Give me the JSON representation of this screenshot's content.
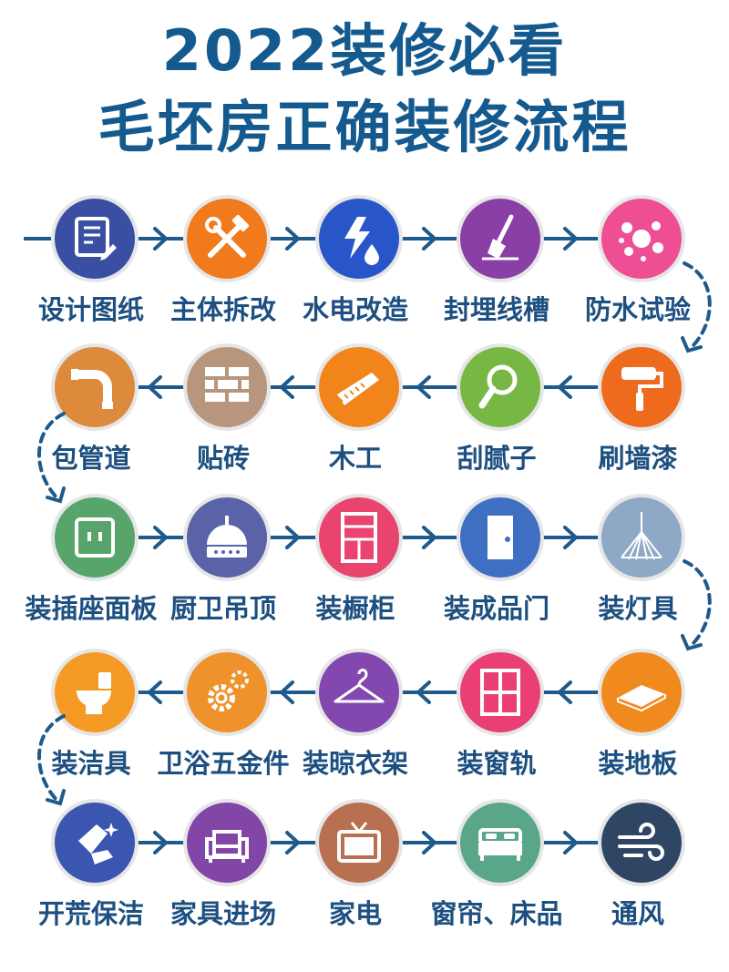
{
  "title": {
    "line1": "2022装修必看",
    "line2": "毛坯房正确装修流程"
  },
  "colors": {
    "title": "#155a8e",
    "line": "#1f5a8c",
    "label": "#1d4f80"
  },
  "rows": [
    {
      "direction": "right",
      "steps": [
        {
          "label": "设计图纸",
          "icon": "blueprint-ruler-pencil-icon",
          "color": "#3a4fa3"
        },
        {
          "label": "主体拆改",
          "icon": "hammer-wrench-icon",
          "color": "#f07a1c"
        },
        {
          "label": "水电改造",
          "icon": "lightning-waterdrop-icon",
          "color": "#2856c8"
        },
        {
          "label": "封埋线槽",
          "icon": "shovel-icon",
          "color": "#8a3fa6"
        },
        {
          "label": "防水试验",
          "icon": "splash-icon",
          "color": "#ee4e94"
        }
      ]
    },
    {
      "direction": "left",
      "steps": [
        {
          "label": "刷墙漆",
          "icon": "paint-roller-icon",
          "color": "#ee6a1c"
        },
        {
          "label": "刮腻子",
          "icon": "scraper-icon",
          "color": "#76b843"
        },
        {
          "label": "木工",
          "icon": "handsaw-icon",
          "color": "#f2841c"
        },
        {
          "label": "贴砖",
          "icon": "brick-wall-icon",
          "color": "#b8967e"
        },
        {
          "label": "包管道",
          "icon": "pipe-elbow-icon",
          "color": "#dd8a3c"
        }
      ]
    },
    {
      "direction": "right",
      "steps": [
        {
          "label": "装插座面板",
          "icon": "socket-panel-icon",
          "color": "#57a56b"
        },
        {
          "label": "厨卫吊顶",
          "icon": "ceiling-light-icon",
          "color": "#5a63a8"
        },
        {
          "label": "装橱柜",
          "icon": "cabinet-icon",
          "color": "#e8446e"
        },
        {
          "label": "装成品门",
          "icon": "door-icon",
          "color": "#3f6fc3"
        },
        {
          "label": "装灯具",
          "icon": "pendant-lamp-icon",
          "color": "#8ea9c6"
        }
      ]
    },
    {
      "direction": "left",
      "steps": [
        {
          "label": "装地板",
          "icon": "floor-plank-icon",
          "color": "#f08a1e"
        },
        {
          "label": "装窗轨",
          "icon": "window-icon",
          "color": "#ea3f74"
        },
        {
          "label": "装晾衣架",
          "icon": "clothes-hanger-icon",
          "color": "#8248b0"
        },
        {
          "label": "卫浴五金件",
          "icon": "gears-icon",
          "color": "#f0922c"
        },
        {
          "label": "装洁具",
          "icon": "toilet-icon",
          "color": "#f59a25"
        }
      ]
    },
    {
      "direction": "right",
      "steps": [
        {
          "label": "开荒保洁",
          "icon": "cleaning-hand-icon",
          "color": "#3a56b0"
        },
        {
          "label": "家具进场",
          "icon": "armchair-icon",
          "color": "#8146a6"
        },
        {
          "label": "家电",
          "icon": "television-icon",
          "color": "#b87050"
        },
        {
          "label": "窗帘、床品",
          "icon": "bed-icon",
          "color": "#59a689"
        },
        {
          "label": "通风",
          "icon": "wind-icon",
          "color": "#2e4663"
        }
      ]
    }
  ]
}
